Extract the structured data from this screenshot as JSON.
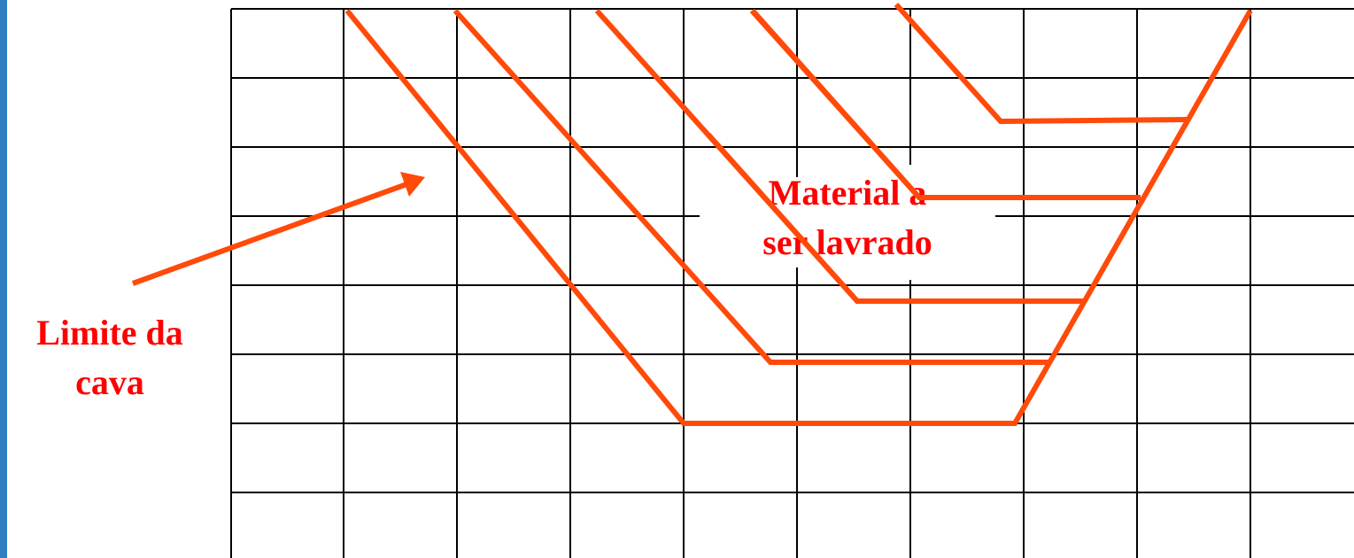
{
  "colors": {
    "accent_line": "#FF4A0A",
    "label_text": "#FF0000",
    "grid": "#000000",
    "left_bar": "#2F7FC1",
    "background": "#FFFFFF"
  },
  "labels": {
    "pit_limit": {
      "line1": "Limite da",
      "line2": "cava"
    },
    "material": {
      "line1": "Material a",
      "line2": "ser lavrado"
    }
  },
  "icons": {
    "pointer": "arrow-icon"
  }
}
